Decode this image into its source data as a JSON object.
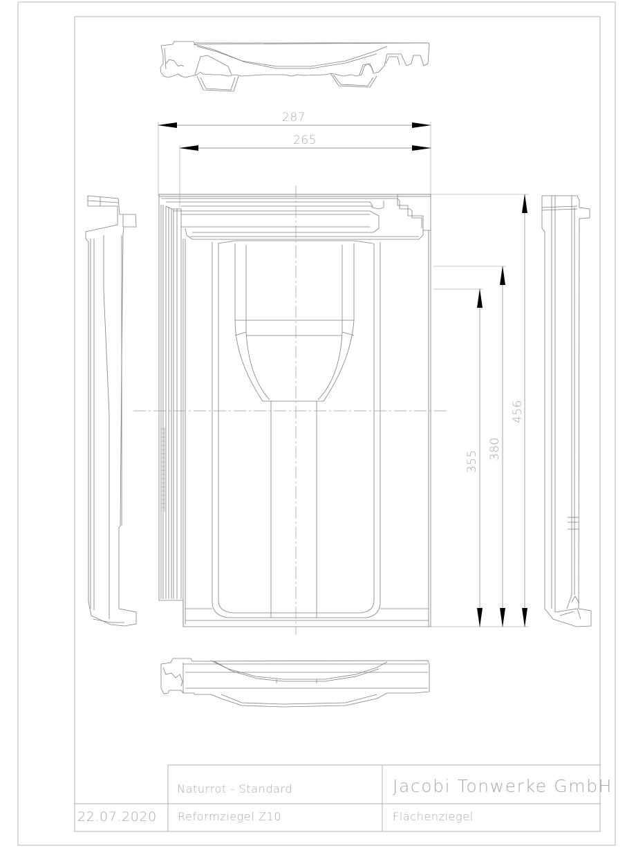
{
  "drawing": {
    "title": "Reformziegel Z10 technical drawing",
    "colors": {
      "line": "#8c8c8c",
      "frame": "#c4c4c4",
      "text": "#a8a8a8",
      "arrow": "#000000",
      "background": "#ffffff"
    },
    "views": [
      "top-section-view",
      "front-plan-view",
      "left-side-view",
      "right-side-view",
      "bottom-section-view"
    ]
  },
  "dimensions": {
    "width_overall": "287",
    "width_cover": "265",
    "length_overall": "456",
    "length_380": "380",
    "length_355": "355"
  },
  "title_block": {
    "date": "22.07.2020",
    "color_variant": "Naturrot - Standard",
    "product_name": "Reformziegel Z10",
    "company": "Jacobi Tonwerke GmbH",
    "category": "Flächenziegel"
  }
}
